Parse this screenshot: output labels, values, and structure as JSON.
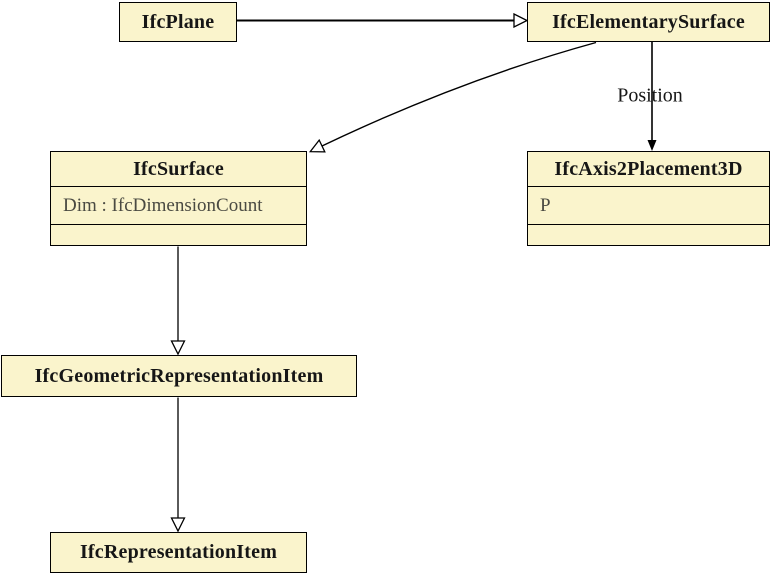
{
  "diagram": {
    "colors": {
      "box_fill": "#FAF4CC",
      "box_border": "#000000",
      "title_text": "#161616",
      "attribute_text": "#4a4a42",
      "line": "#000000",
      "background": "#FFFFFF"
    },
    "classes": [
      {
        "id": "ifcplane",
        "title": "IfcPlane",
        "attributes": []
      },
      {
        "id": "ifcelementarysurface",
        "title": "IfcElementarySurface",
        "attributes": []
      },
      {
        "id": "ifcsurface",
        "title": "IfcSurface",
        "attributes": [
          "Dim : IfcDimensionCount"
        ]
      },
      {
        "id": "ifcaxis2placement3d",
        "title": "IfcAxis2Placement3D",
        "attributes": [
          "P"
        ]
      },
      {
        "id": "ifcgeometricrepresentationitem",
        "title": "IfcGeometricRepresentationItem",
        "attributes": []
      },
      {
        "id": "ifcrepresentationitem",
        "title": "IfcRepresentationItem",
        "attributes": []
      }
    ],
    "relationships": [
      {
        "from": "IfcPlane",
        "to": "IfcElementarySurface",
        "type": "generalization",
        "label": ""
      },
      {
        "from": "IfcElementarySurface",
        "to": "IfcSurface",
        "type": "generalization",
        "label": ""
      },
      {
        "from": "IfcElementarySurface",
        "to": "IfcAxis2Placement3D",
        "type": "association",
        "label": "Position"
      },
      {
        "from": "IfcSurface",
        "to": "IfcGeometricRepresentationItem",
        "type": "generalization",
        "label": ""
      },
      {
        "from": "IfcGeometricRepresentationItem",
        "to": "IfcRepresentationItem",
        "type": "generalization",
        "label": ""
      }
    ]
  }
}
